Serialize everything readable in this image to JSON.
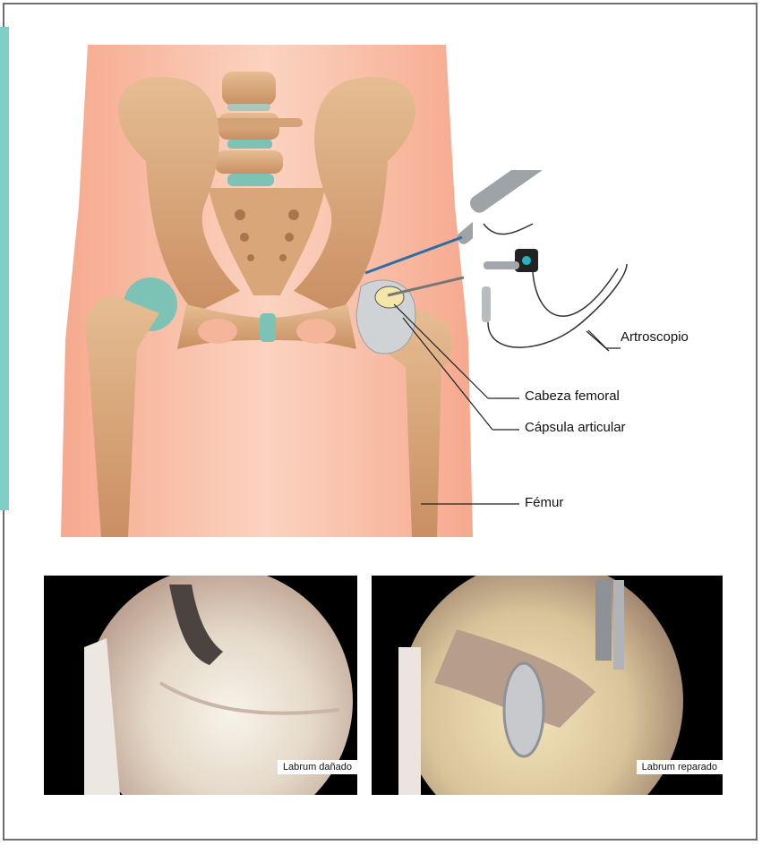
{
  "labels": {
    "artroscopio": "Artroscopio",
    "cabeza_femoral": "Cabeza femoral",
    "capsula_articular": "Cápsula articular",
    "femur": "Fémur"
  },
  "photos": {
    "left_caption": "Labrum dañado",
    "right_caption": "Labrum reparado"
  },
  "colors": {
    "skin": "#f8c0a8",
    "bone": "#deae84",
    "cartilage": "#7cc3b6",
    "teal_bar": "#7ecfc8",
    "frame": "#6e6e6e"
  }
}
